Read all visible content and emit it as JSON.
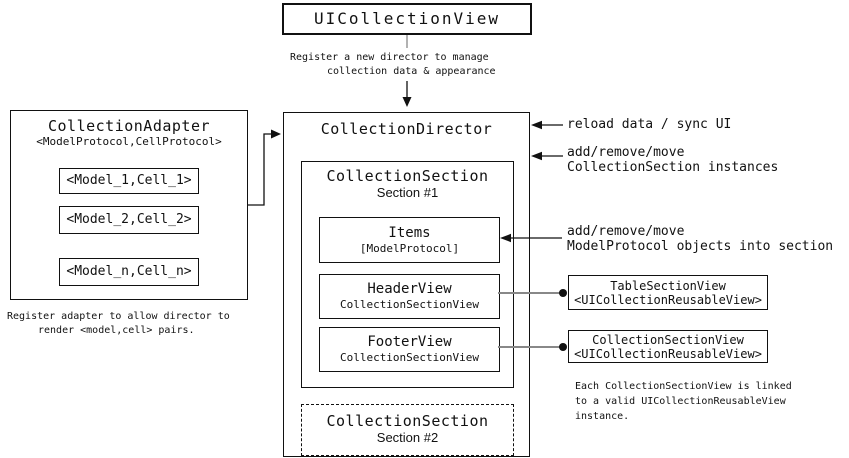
{
  "colors": {
    "ink": "#111111",
    "gray_connector": "#888888",
    "stub_gray": "#666666",
    "background": "#ffffff"
  },
  "uicollectionview": {
    "title": "UICollectionView"
  },
  "register_director_note": {
    "line1": "Register a new director to manage",
    "line2": "collection data & appearance"
  },
  "adapter": {
    "title": "CollectionAdapter",
    "subtitle": "<ModelProtocol,CellProtocol>",
    "cells": [
      "<Model_1,Cell_1>",
      "<Model_2,Cell_2>",
      "<Model_n,Cell_n>"
    ]
  },
  "adapter_note": {
    "line1": "Register adapter to allow director to",
    "line2": "render <model,cell> pairs."
  },
  "director": {
    "title": "CollectionDirector"
  },
  "section1": {
    "title": "CollectionSection",
    "subtitle": "Section #1",
    "items": {
      "title": "Items",
      "subtitle": "[ModelProtocol]"
    },
    "header": {
      "title": "HeaderView",
      "subtitle": "CollectionSectionView"
    },
    "footer": {
      "title": "FooterView",
      "subtitle": "CollectionSectionView"
    }
  },
  "section2": {
    "title": "CollectionSection",
    "subtitle": "Section #2"
  },
  "right_labels": {
    "reload": "reload data / sync UI",
    "sections_line1": "add/remove/move",
    "sections_line2": "CollectionSection instances",
    "items_line1": "add/remove/move",
    "items_line2": "ModelProtocol objects into section"
  },
  "right_boxes": {
    "table_section_view": {
      "title": "TableSectionView",
      "subtitle": "<UICollectionReusableView>"
    },
    "collection_section_view": {
      "title": "CollectionSectionView",
      "subtitle": "<UICollectionReusableView>"
    }
  },
  "linked_note": {
    "line1": "Each CollectionSectionView is linked",
    "line2": "to a valid UICollectionReusableView",
    "line3": "instance."
  }
}
